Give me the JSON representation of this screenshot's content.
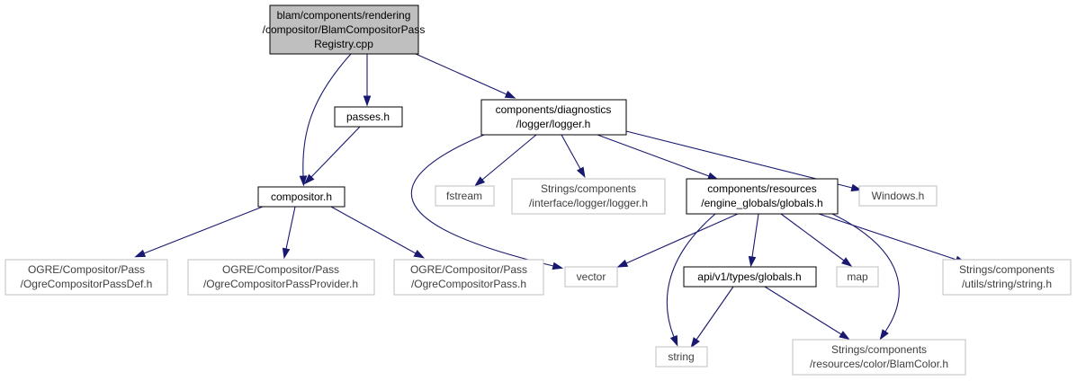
{
  "colors": {
    "edge": "#191970",
    "root_fill": "#bfbfbf",
    "doc_border": "#000000",
    "ext_border": "#bfbfbf"
  },
  "nodes": {
    "root": {
      "lines": [
        "blam/components/rendering",
        "/compositor/BlamCompositorPass",
        "Registry.cpp"
      ]
    },
    "passes": {
      "lines": [
        "passes.h"
      ]
    },
    "logger": {
      "lines": [
        "components/diagnostics",
        "/logger/logger.h"
      ]
    },
    "compositor": {
      "lines": [
        "compositor.h"
      ]
    },
    "fstream": {
      "lines": [
        "fstream"
      ]
    },
    "str_logger": {
      "lines": [
        "Strings/components",
        "/interface/logger/logger.h"
      ]
    },
    "eng_globals": {
      "lines": [
        "components/resources",
        "/engine_globals/globals.h"
      ]
    },
    "windows": {
      "lines": [
        "Windows.h"
      ]
    },
    "ogre_def": {
      "lines": [
        "OGRE/Compositor/Pass",
        "/OgreCompositorPassDef.h"
      ]
    },
    "ogre_provider": {
      "lines": [
        "OGRE/Compositor/Pass",
        "/OgreCompositorPassProvider.h"
      ]
    },
    "ogre_pass": {
      "lines": [
        "OGRE/Compositor/Pass",
        "/OgreCompositorPass.h"
      ]
    },
    "vector": {
      "lines": [
        "vector"
      ]
    },
    "api_globals": {
      "lines": [
        "api/v1/types/globals.h"
      ]
    },
    "map": {
      "lines": [
        "map"
      ]
    },
    "str_string": {
      "lines": [
        "Strings/components",
        "/utils/string/string.h"
      ]
    },
    "string": {
      "lines": [
        "string"
      ]
    },
    "blamcolor": {
      "lines": [
        "Strings/components",
        "/resources/color/BlamColor.h"
      ]
    }
  },
  "edges": [
    [
      "root",
      "passes"
    ],
    [
      "root",
      "compositor"
    ],
    [
      "root",
      "logger"
    ],
    [
      "passes",
      "compositor"
    ],
    [
      "compositor",
      "ogre_def"
    ],
    [
      "compositor",
      "ogre_provider"
    ],
    [
      "compositor",
      "ogre_pass"
    ],
    [
      "logger",
      "fstream"
    ],
    [
      "logger",
      "str_logger"
    ],
    [
      "logger",
      "eng_globals"
    ],
    [
      "logger",
      "windows"
    ],
    [
      "logger",
      "vector"
    ],
    [
      "eng_globals",
      "vector"
    ],
    [
      "eng_globals",
      "api_globals"
    ],
    [
      "eng_globals",
      "map"
    ],
    [
      "eng_globals",
      "str_string"
    ],
    [
      "eng_globals",
      "string"
    ],
    [
      "eng_globals",
      "blamcolor"
    ],
    [
      "api_globals",
      "string"
    ],
    [
      "api_globals",
      "blamcolor"
    ]
  ]
}
